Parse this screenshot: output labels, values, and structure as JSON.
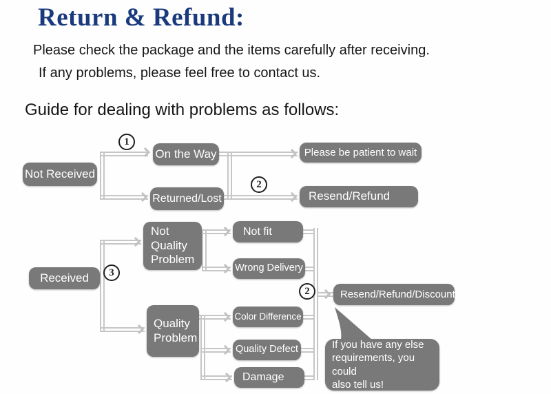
{
  "header": {
    "title": "Return & Refund:",
    "intro_line1": "Please check the package and the items carefully after receiving.",
    "intro_line2": "If any problems, please feel free to contact us.",
    "guide_heading": "Guide for dealing with problems as follows:"
  },
  "colors": {
    "title_navy": "#1a3a7d",
    "box_gray": "#797979",
    "connector_gray": "#c6c6c6",
    "text_dark": "#161616"
  },
  "flow": {
    "steps": {
      "step1": "1",
      "step2a": "2",
      "step3": "3",
      "step2b": "2"
    },
    "nodes": {
      "not_received": "Not Received",
      "on_the_way": "On the Way",
      "returned_lost": "Returned/Lost",
      "please_wait": "Please be patient to wait",
      "resend_refund": "Resend/Refund",
      "received": "Received",
      "not_quality_problem": "Not\nQuality\nProblem",
      "quality_problem": "Quality\nProblem",
      "not_fit": "Not fit",
      "wrong_delivery": "Wrong Delivery",
      "color_difference": "Color Difference",
      "quality_defect": "Quality Defect",
      "damage": "Damage",
      "resend_refund_discount": "Resend/Refund/Discount",
      "note_bubble": "If you have any else\nrequirements, you could\nalso tell us!"
    }
  }
}
